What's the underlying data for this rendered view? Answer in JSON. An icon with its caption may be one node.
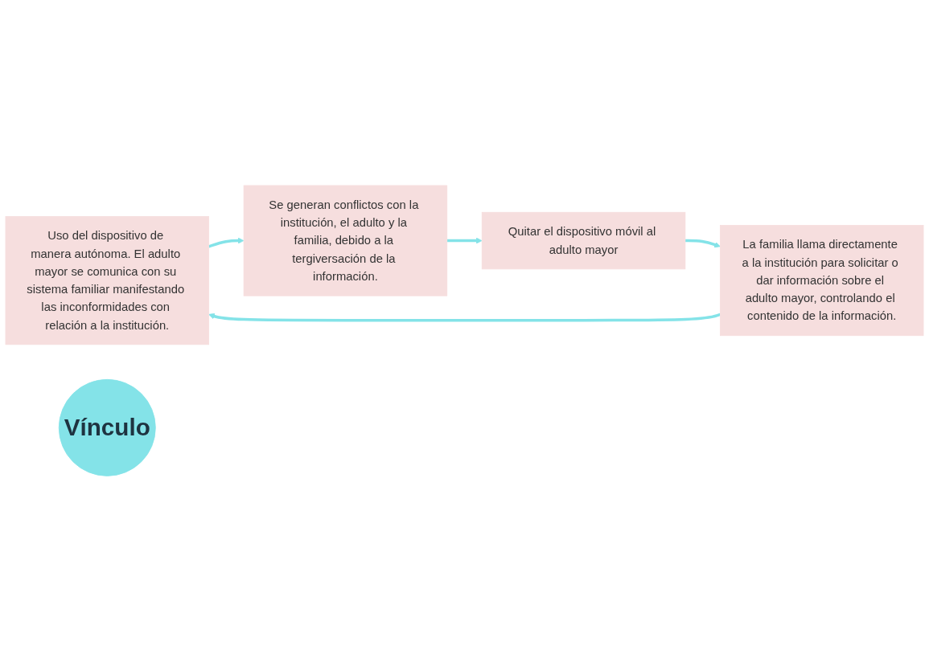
{
  "diagram": {
    "nodes": [
      {
        "text": [
          "Uso del dispositivo de manera autónoma. El adulto mayor se comunica con su sistema familiar manifestando las inconformidades con relación a la institución."
        ]
      },
      {
        "text": [
          "Se generan conflictos con la institución, el adulto y la familia, debido a la tergiversación de la información."
        ]
      },
      {
        "text": [
          "Quitar el dispositivo móvil al adulto mayor"
        ]
      },
      {
        "text": [
          "La familia llama directamente a la institución para solicitar o dar información sobre el adulto mayor, controlando el contenido de la información."
        ]
      },
      {
        "text": [
          "Vínculo"
        ]
      }
    ],
    "edges": [
      {
        "from": 3,
        "to": 0,
        "arrow": "to"
      },
      {
        "from": 0,
        "to": 1,
        "arrow": "to"
      },
      {
        "from": 1,
        "to": 2,
        "arrow": "to"
      },
      {
        "from": 2,
        "to": 3,
        "arrow": "to"
      }
    ]
  }
}
